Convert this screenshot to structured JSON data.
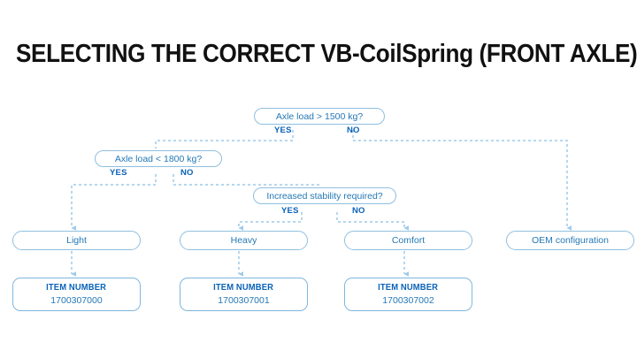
{
  "title": "SELECTING THE CORRECT VB-CoilSpring (FRONT AXLE)",
  "colors": {
    "title_text": "#111111",
    "node_border": "#8fbfe0",
    "node_text": "#2578b5",
    "label_blue": "#0a62b8",
    "connector": "#9ecae8",
    "background": "#ffffff"
  },
  "flowchart": {
    "decisions": [
      {
        "id": "axle-load-1500",
        "question": "Axle load > 1500 kg?",
        "yes_label": "YES",
        "no_label": "NO"
      },
      {
        "id": "axle-load-1800",
        "question": "Axle load < 1800 kg?",
        "yes_label": "YES",
        "no_label": "NO"
      },
      {
        "id": "increased-stability",
        "question": "Increased stability required?",
        "yes_label": "YES",
        "no_label": "NO"
      }
    ],
    "outcomes": [
      {
        "id": "light",
        "label": "Light"
      },
      {
        "id": "heavy",
        "label": "Heavy"
      },
      {
        "id": "comfort",
        "label": "Comfort"
      },
      {
        "id": "oem",
        "label": "OEM configuration"
      }
    ],
    "items": [
      {
        "id": "item-light",
        "label": "ITEM NUMBER",
        "value": "1700307000"
      },
      {
        "id": "item-heavy",
        "label": "ITEM NUMBER",
        "value": "1700307001"
      },
      {
        "id": "item-comfort",
        "label": "ITEM NUMBER",
        "value": "1700307002"
      }
    ]
  }
}
